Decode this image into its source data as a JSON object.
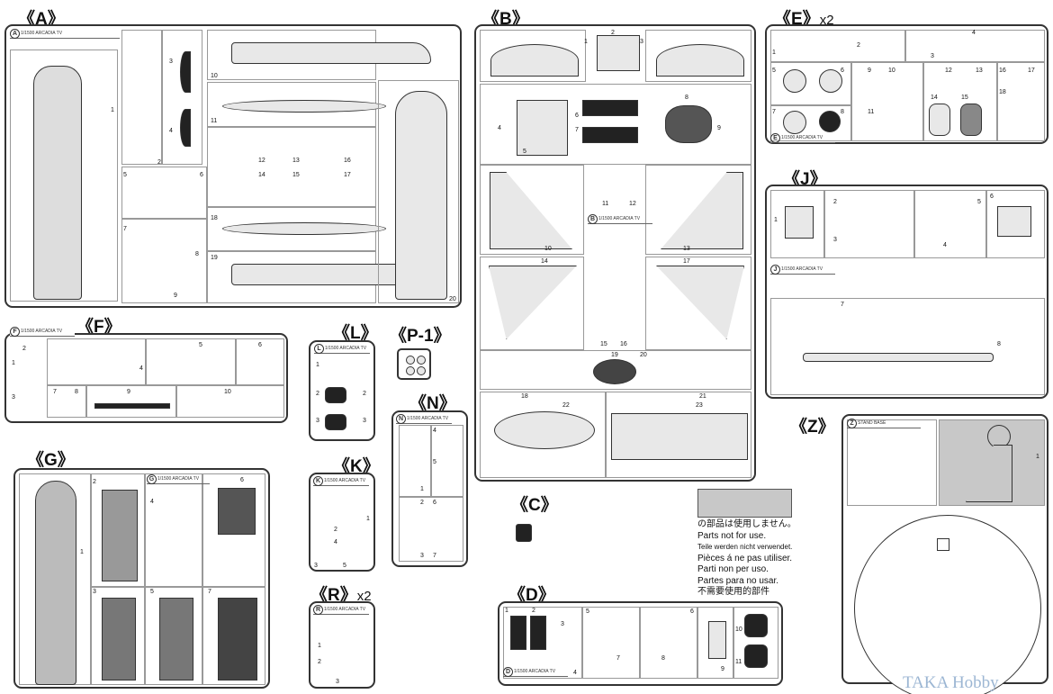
{
  "sprue_tag": "1/1500 ARCADIA TV",
  "sprues": {
    "A": {
      "title": "《A》",
      "parts": [
        "1",
        "2",
        "3",
        "4",
        "5",
        "6",
        "7",
        "8",
        "9",
        "10",
        "11",
        "12",
        "13",
        "14",
        "15",
        "16",
        "17",
        "18",
        "19",
        "20"
      ]
    },
    "B": {
      "title": "《B》",
      "parts": [
        "1",
        "2",
        "3",
        "4",
        "5",
        "6",
        "7",
        "8",
        "9",
        "10",
        "11",
        "12",
        "13",
        "14",
        "15",
        "16",
        "17",
        "18",
        "19",
        "20",
        "21",
        "22",
        "23"
      ]
    },
    "E": {
      "title": "《E》",
      "multiplier": "x2",
      "parts": [
        "1",
        "2",
        "3",
        "4",
        "5",
        "6",
        "7",
        "8",
        "9",
        "10",
        "11",
        "12",
        "13",
        "14",
        "15",
        "16",
        "17",
        "18"
      ]
    },
    "J": {
      "title": "《J》",
      "parts": [
        "1",
        "2",
        "3",
        "4",
        "5",
        "6",
        "7",
        "8"
      ]
    },
    "F": {
      "title": "《F》",
      "parts": [
        "1",
        "2",
        "3",
        "4",
        "5",
        "6",
        "7",
        "8",
        "9",
        "10"
      ]
    },
    "L": {
      "title": "《L》",
      "parts": [
        "1",
        "2",
        "3"
      ]
    },
    "P1": {
      "title": "《P-1》"
    },
    "N": {
      "title": "《N》",
      "parts": [
        "1",
        "2",
        "3",
        "4",
        "5",
        "6",
        "7"
      ]
    },
    "G": {
      "title": "《G》",
      "parts": [
        "1",
        "2",
        "3",
        "4",
        "5",
        "6",
        "7"
      ]
    },
    "K": {
      "title": "《K》",
      "parts": [
        "1",
        "2",
        "3",
        "4",
        "5"
      ]
    },
    "R": {
      "title": "《R》",
      "multiplier": "x2",
      "parts": [
        "1",
        "2",
        "3"
      ]
    },
    "C": {
      "title": "《C》"
    },
    "D": {
      "title": "《D》",
      "parts": [
        "1",
        "2",
        "3",
        "4",
        "5",
        "6",
        "7",
        "8",
        "9",
        "10",
        "11"
      ]
    },
    "Z": {
      "title": "《Z》",
      "tag": "STAND BASE",
      "parts": [
        "1"
      ]
    }
  },
  "notice": {
    "lines": [
      "の部品は使用しません。",
      "Parts not for use.",
      "Teile werden nicht verwendet.",
      "Pièces á ne pas utiliser.",
      "Parti non per uso.",
      "Partes para no usar.",
      "不需要使用的部件"
    ],
    "unused_color": "#c8c8c8"
  },
  "watermark": "TAKA Hobby"
}
